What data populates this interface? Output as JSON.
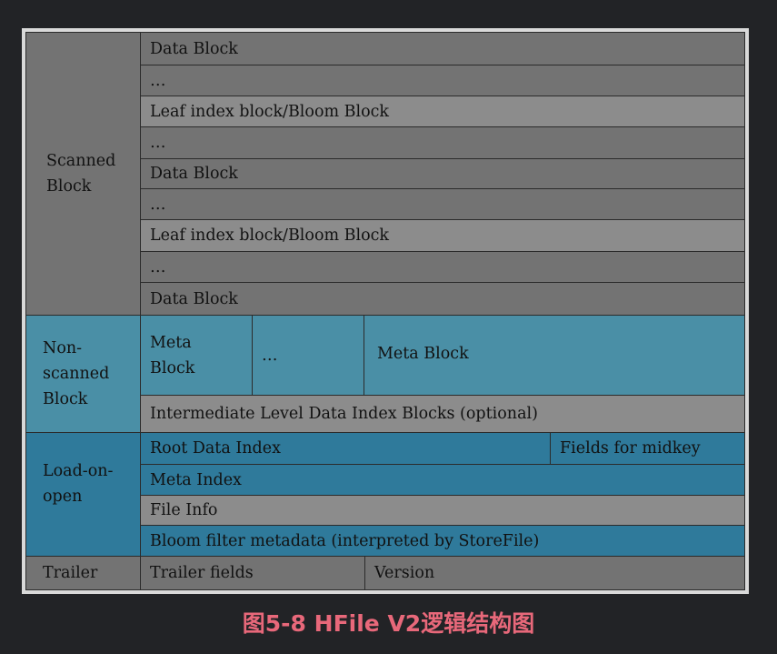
{
  "sections": {
    "scanned": "Scanned Block",
    "nonscanned": "Non-scanned Block",
    "loadonopen": "Load-on-open",
    "trailer": "Trailer"
  },
  "scanned_rows": [
    "Data Block",
    "…",
    "Leaf index block/Bloom Block",
    "…",
    "Data Block",
    "…",
    "Leaf index block/Bloom Block",
    "…",
    "Data Block"
  ],
  "nonscanned_rows": {
    "meta_block_1": "Meta Block",
    "ellipsis": "…",
    "meta_block_2": "Meta Block",
    "intermediate": "Intermediate Level Data Index Blocks (optional)"
  },
  "loadonopen_rows": {
    "root_index": "Root Data Index",
    "midkey": "Fields for midkey",
    "meta_index": "Meta Index",
    "file_info": "File Info",
    "bloom_meta": "Bloom filter metadata (interpreted by StoreFile)"
  },
  "trailer_rows": {
    "fields": "Trailer fields",
    "version": "Version"
  },
  "caption": "图5-8 HFile V2逻辑结构图",
  "colors": {
    "background": "#222326",
    "scanned_dark": "#737373",
    "scanned_light": "#8c8c8c",
    "nonscanned_teal": "#4a8fa6",
    "loadonopen_blue": "#2f7a9b",
    "caption": "#e8687a"
  }
}
